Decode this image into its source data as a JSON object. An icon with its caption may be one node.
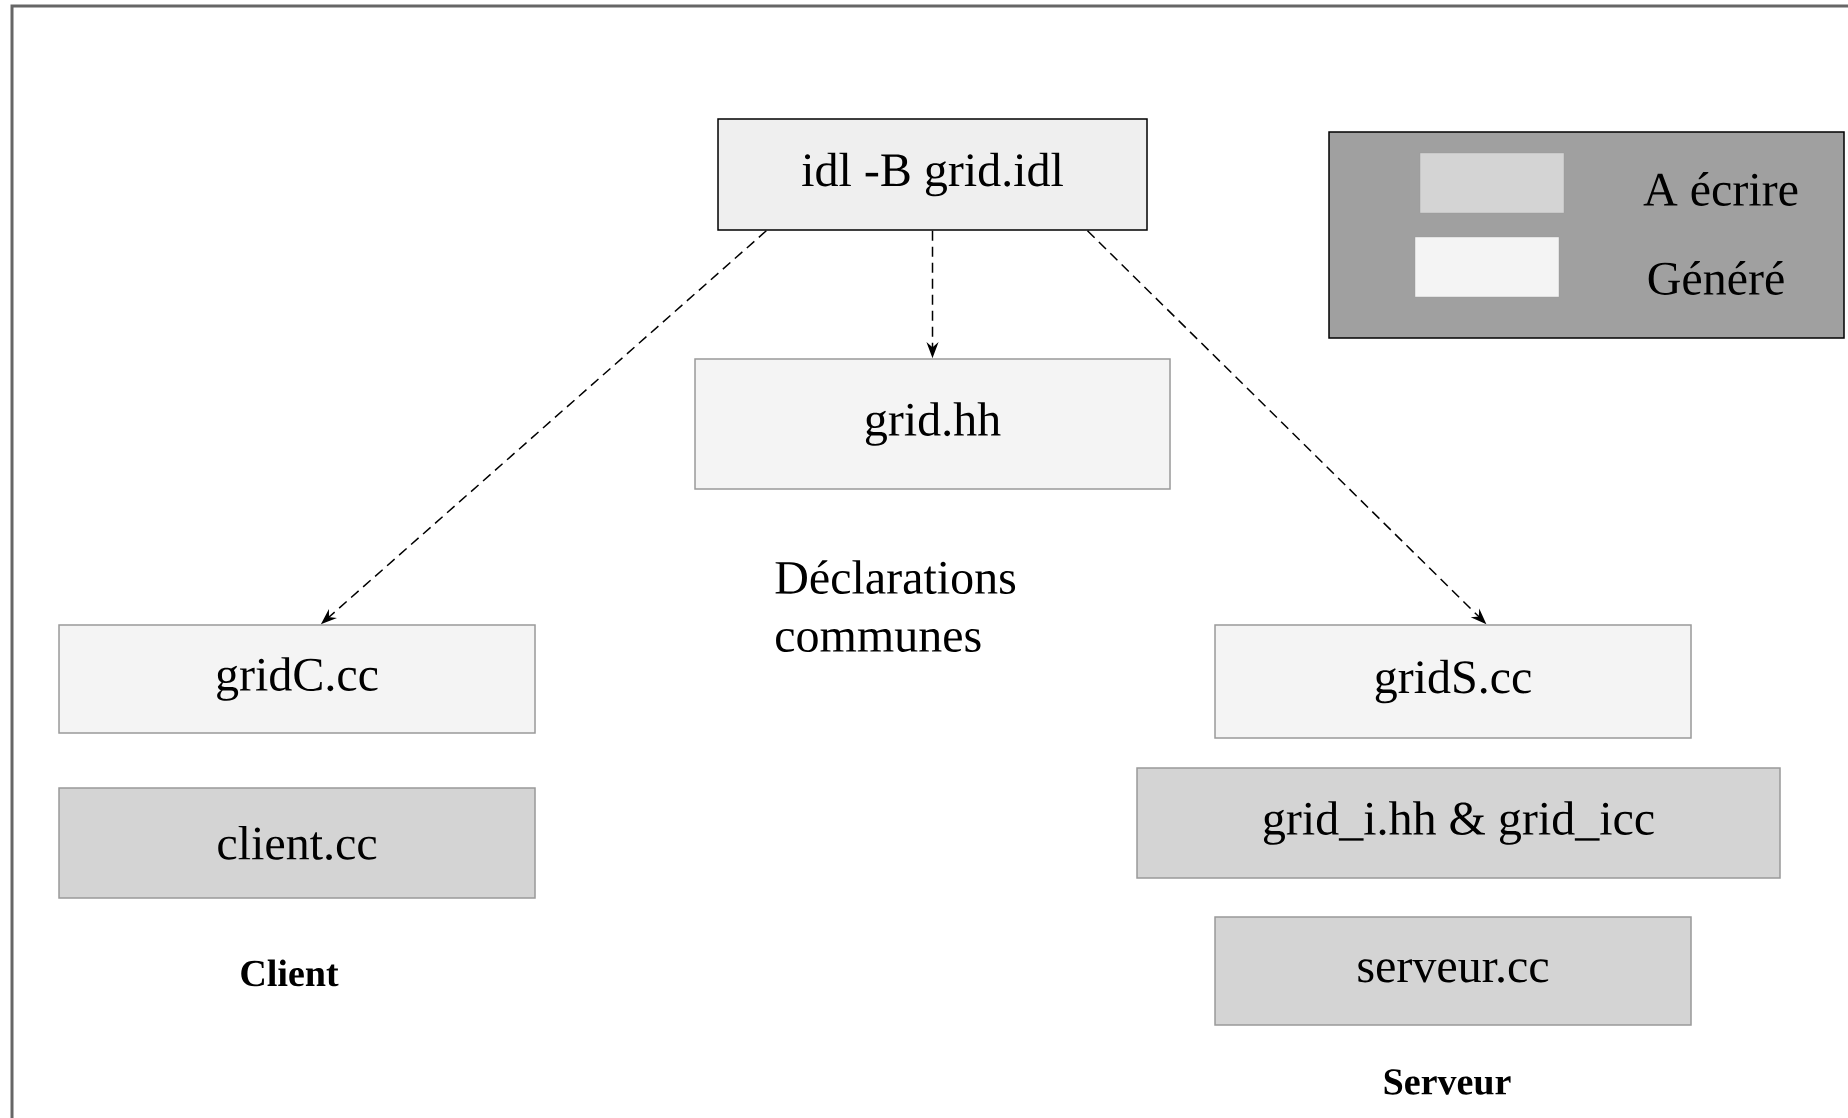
{
  "diagram": {
    "nodes": [
      {
        "text": [
          "idl -B grid.idl"
        ]
      },
      {
        "text": [
          "grid.hh"
        ],
        "beside": [
          "Déclarations communes"
        ]
      },
      {
        "text": [
          "gridC.cc"
        ]
      },
      {
        "text": [
          "client.cc"
        ]
      },
      {
        "text": [
          "gridS.cc"
        ]
      },
      {
        "text": [
          "grid_i.hh & grid_icc"
        ]
      },
      {
        "text": [
          "serveur.cc"
        ]
      }
    ],
    "edges": [
      {
        "from": 0,
        "to": 2,
        "arrow": "to",
        "style": "dashed"
      },
      {
        "from": 0,
        "to": 1,
        "arrow": "to",
        "style": "dashed"
      },
      {
        "from": 0,
        "to": 4,
        "arrow": "to",
        "style": "dashed"
      }
    ],
    "labels": [
      "Client",
      "Serveur"
    ],
    "legend": [
      {
        "text": "A écrire",
        "color": "#d4d4d4"
      },
      {
        "text": "Généré",
        "color": "#f4f4f4"
      }
    ]
  }
}
